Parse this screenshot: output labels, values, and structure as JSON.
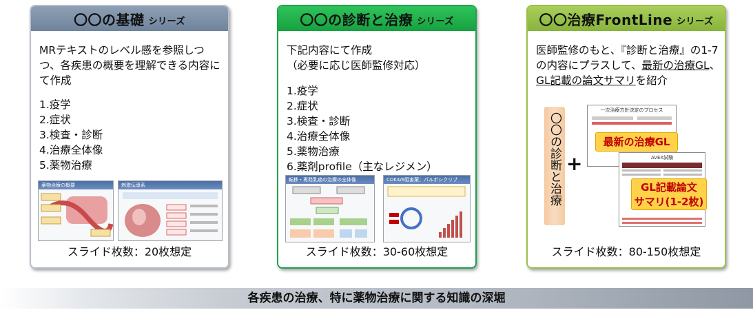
{
  "cards": [
    {
      "title": "〇〇の基礎",
      "series": "シリーズ",
      "description": "MRテキストのレベル感を参照しつつ、各疾患の概要を理解できる内容にて作成",
      "items": [
        "1.疫学",
        "2.症状",
        "3.検査・診断",
        "4.治療全体像",
        "5.薬物治療"
      ],
      "thumbs": [
        "薬物治療の概要",
        "刺激伝導系"
      ],
      "footer": "スライド枚数：20枚想定"
    },
    {
      "title": "〇〇の診断と治療",
      "series": "シリーズ",
      "description_line1": "下記内容にて作成",
      "description_line2": "（必要に応じ医師監修対応）",
      "items": [
        "1.疫学",
        "2.症状",
        "3.検査・診断",
        "4.治療全体像",
        "5.薬物治療",
        "6.薬剤profile（主なレジメン）"
      ],
      "thumbs": [
        "転移・再発乳癌の治療の全体像",
        "CDK4/6阻害薬：パルボシクリブ"
      ],
      "footer": "スライド枚数：30-60枚想定"
    },
    {
      "title": "〇〇治療FrontLine",
      "series": "シリーズ",
      "description_pre": "医師監修のもと、『診断と治療』の1-7の内容にプラスして、",
      "description_u1": "最新の治療GL",
      "description_mid": "、",
      "description_u2": "GL記載の論文サマリ",
      "description_post": "を紹介",
      "vertical_label": "〇〇の診断と治療",
      "plus": "+",
      "doc1_title": "一次治療方針決定のプロセス",
      "doc2_title": "AVEX試験",
      "callout1": "最新の治療GL",
      "callout2_line1": "GL記載論文",
      "callout2_line2": "サマリ(1-2枚)",
      "footer": "スライド枚数：80-150枚想定"
    }
  ],
  "banner": "各疾患の治療、特に薬物治療に関する知識の深堀"
}
